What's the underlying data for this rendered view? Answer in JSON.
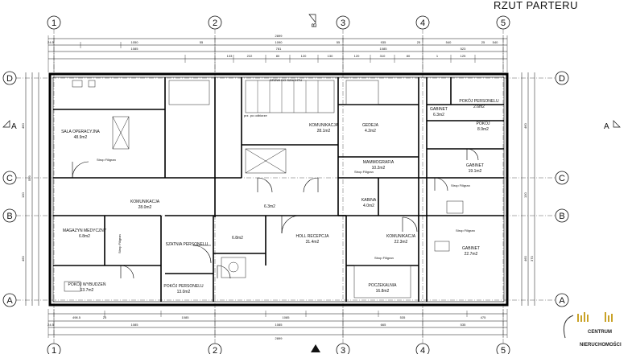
{
  "title": "RZUT PARTERU",
  "column_axes": [
    "1",
    "2",
    "3",
    "4",
    "5"
  ],
  "row_axes": [
    "D",
    "C",
    "B",
    "A"
  ],
  "section_marks": [
    "A",
    "A",
    "B"
  ],
  "rooms": [
    {
      "name": "SALA OPERACYJNA",
      "area": "48.9m2"
    },
    {
      "name": "KOMUNIKACJA",
      "area": "28.0m2"
    },
    {
      "name": "MAGAZYN MEDYCZNY",
      "area": "6.8m2"
    },
    {
      "name": "POKÓJ WYBUDZEŃ",
      "area": "13.7m2"
    },
    {
      "name": "POKÓJ PERSONELU",
      "area": "13.0m2"
    },
    {
      "name": "SZATNIA PERSONELU",
      "area": ""
    },
    {
      "name": "HOLL RECEPCJA",
      "area": "31.4m2"
    },
    {
      "name": "KOMUNIKACJA",
      "area": "28.1m2"
    },
    {
      "name": "GEDEJA",
      "area": "4.2m2"
    },
    {
      "name": "MAMMOGRAFIA",
      "area": "10.2m2"
    },
    {
      "name": "KABINA",
      "area": "4.0m2"
    },
    {
      "name": "KOMUNIKACJA",
      "area": "22.3m2"
    },
    {
      "name": "POCZEKALNIA",
      "area": "16.8m2"
    },
    {
      "name": "GABINET",
      "area": "19.1m2"
    },
    {
      "name": "GABINET",
      "area": "22.7m2"
    },
    {
      "name": "POKÓJ PERSONELU",
      "area": "2.6m2"
    },
    {
      "name": "POKOJ",
      "area": "8.9m2"
    },
    {
      "name": "GABINET",
      "area": "6.3m2"
    },
    {
      "name": "",
      "area": "6.3m2"
    },
    {
      "name": "",
      "area": "6.8m2"
    }
  ],
  "dims": {
    "top_overall": "2899",
    "top_row1": [
      "24.5",
      "1050",
      "55",
      "1090",
      "55",
      "935",
      "25",
      "540",
      "25",
      "540"
    ],
    "top_row2": [
      "1085",
      "781",
      "1085",
      "523"
    ],
    "top_row3": [
      "133",
      "222",
      "80",
      "120",
      "130",
      "120",
      "310",
      "80",
      "1",
      "125"
    ],
    "bottom_overall": "2899",
    "bottom_row1": [
      "24.5",
      "1085",
      "1085",
      "665",
      "535"
    ],
    "bottom_row2": [
      "498.5",
      "25",
      "1085",
      "1085",
      "535",
      "475"
    ],
    "left_side": [
      "460",
      "130",
      "559",
      "460"
    ],
    "right_side": [
      "460",
      "130",
      "370",
      "460"
    ]
  },
  "notes": [
    "Strop Filigran",
    "Strop Filigran",
    "Strop Filigran",
    "Strop Filigran",
    "Strop Filigran",
    "Strop Filigran",
    "DRZWI DO SZACHTU",
    "prz. po odbiorze"
  ],
  "logo": {
    "line1": "CENTRUM",
    "line2": "NIERUCHOMOŚCI"
  }
}
